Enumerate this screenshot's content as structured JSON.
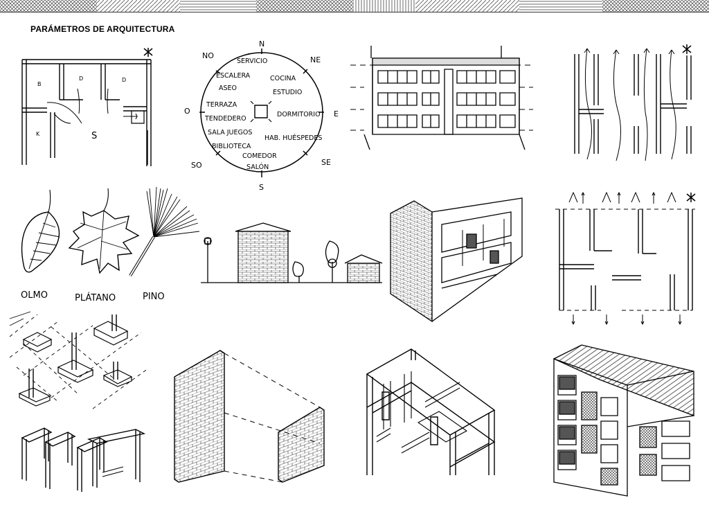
{
  "title": "PARÁMETROS DE ARQUITECTURA",
  "plan_labels": [
    "B",
    "D",
    "D",
    "K",
    "S"
  ],
  "compass": {
    "cardinals": {
      "n": "N",
      "ne": "NE",
      "e": "E",
      "se": "SE",
      "s": "S",
      "so": "SO",
      "o": "O",
      "no": "NO"
    },
    "rooms": [
      "SERVICIO",
      "ESCALERA",
      "ASEO",
      "COCINA",
      "ESTUDIO",
      "TERRAZA",
      "TENDEDERO",
      "DORMITORIO",
      "SALA JUEGOS",
      "HAB. HUÉSPEDES",
      "BIBLIOTECA",
      "COMEDOR",
      "SALÓN"
    ]
  },
  "trees": [
    "OLMO",
    "PLÁTANO",
    "PINO"
  ]
}
